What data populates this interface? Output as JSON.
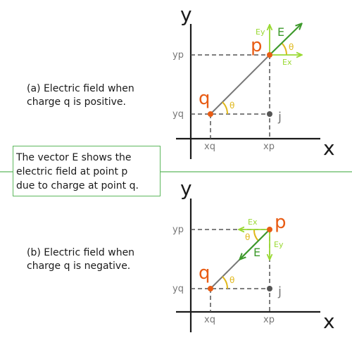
{
  "caption_a": [
    "(a) Electric field when",
    "charge q is positive."
  ],
  "caption_b": [
    "(b) Electric field when",
    "charge q is negative."
  ],
  "note": [
    "The vector E shows the",
    "electric field at point p",
    "due to charge at point q."
  ],
  "labels": {
    "axis_x": "x",
    "axis_y": "y",
    "point_p": "p",
    "point_q": "q",
    "point_j": "j",
    "xq": "xq",
    "xp": "xp",
    "yq": "yq",
    "yp": "yp",
    "field": "E",
    "field_x": "Ex",
    "field_y": "Ey",
    "angle": "θ"
  },
  "colors": {
    "axis": "#1a1a1a",
    "dashed": "#555555",
    "connector": "#777777",
    "point_label": "#e85c14",
    "field_vector": "#3e9a2c",
    "component": "#9ad933",
    "angle": "#e0b81c",
    "tick_label": "#777777",
    "divider": "#5db85d"
  }
}
